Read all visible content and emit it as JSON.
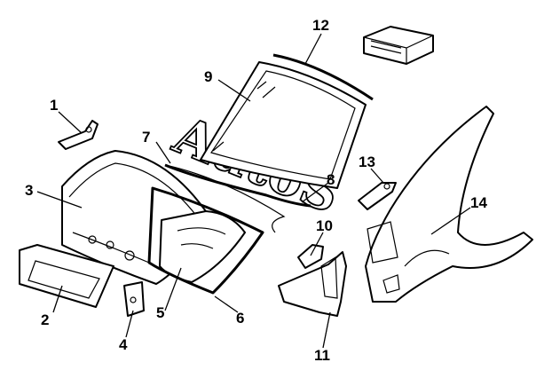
{
  "diagram": {
    "watermark": "AutoS",
    "callouts": [
      "1",
      "2",
      "3",
      "4",
      "5",
      "6",
      "7",
      "8",
      "9",
      "10",
      "11",
      "12",
      "13",
      "14"
    ]
  }
}
